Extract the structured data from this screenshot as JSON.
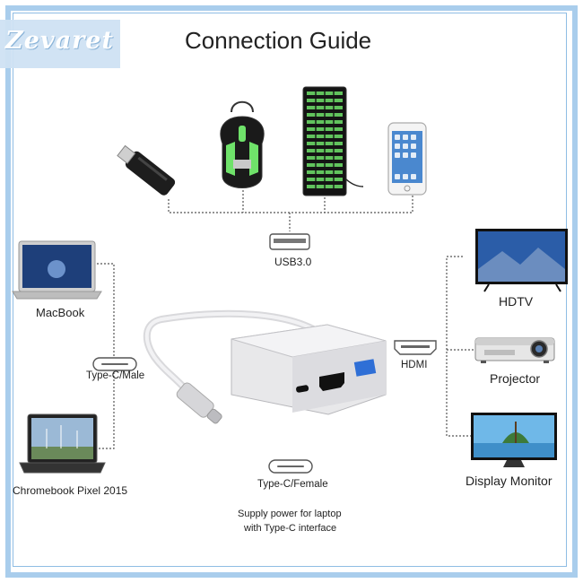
{
  "brand": "Zevaret",
  "title": "Connection Guide",
  "labels": {
    "usb": "USB3.0",
    "macbook": "MacBook",
    "typec_male": "Type-C/Male",
    "chromebook": "Chromebook Pixel 2015",
    "hdtv": "HDTV",
    "hdmi": "HDMI",
    "projector": "Projector",
    "display": "Display Monitor",
    "typec_female": "Type-C/Female",
    "power_line1": "Supply power for laptop",
    "power_line2": "with Type-C interface"
  },
  "colors": {
    "frame": "#a9cdec",
    "keyboard_glow": "#6fe26a",
    "adapter_body": "#e8e8ea",
    "usb_port": "#2f6fd6"
  },
  "icons": {
    "usb_drive": "usb-flash-drive-icon",
    "mouse": "gaming-mouse-icon",
    "keyboard": "backlit-keyboard-icon",
    "phone": "smartphone-icon",
    "laptop": "laptop-icon",
    "tv": "tv-icon",
    "projector": "projector-icon",
    "monitor": "monitor-icon",
    "adapter": "usb-c-hub-adapter-icon"
  }
}
